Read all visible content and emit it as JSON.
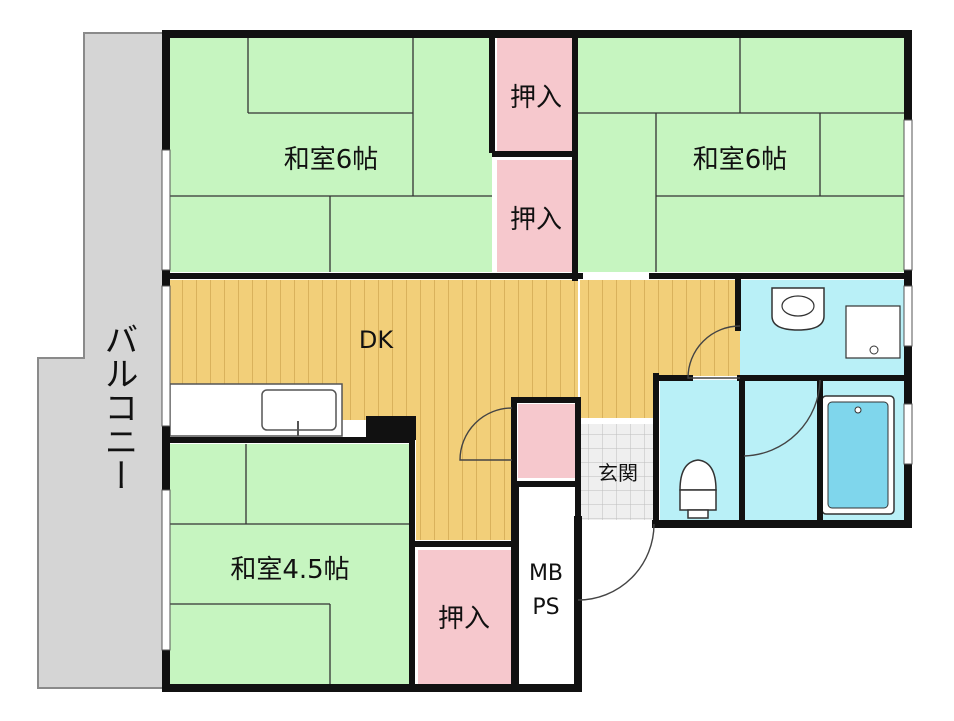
{
  "rooms": {
    "washitsu_top_left": "和室6帖",
    "washitsu_top_right": "和室6帖",
    "washitsu_bottom_left": "和室4.5帖",
    "dk": "DK",
    "oshiire_top": "押入",
    "oshiire_middle": "押入",
    "oshiire_bottom": "押入",
    "genkan": "玄関",
    "mb": "MB",
    "ps": "PS",
    "balcony": "バルコニー"
  },
  "colors": {
    "tatami": "#c6f5c0",
    "closet": "#f6c8cd",
    "wood": "#f2cf79",
    "wet_area": "#b9f0f7",
    "balcony": "#d5d5d5",
    "wall": "#111111"
  }
}
